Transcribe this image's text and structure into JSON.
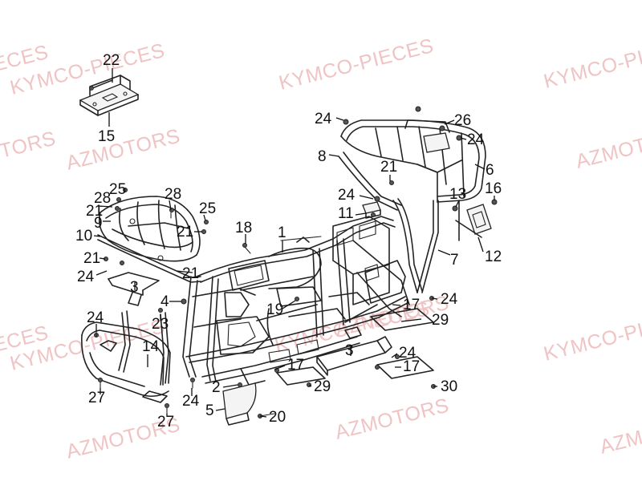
{
  "watermarks": [
    "KYMCO-PIECES",
    "KYMCO-PIECES",
    "KYMCO-PIECES",
    "KYMCO-PIECES",
    "AZMOTORS",
    "AZMOTORS",
    "AZMOTORS",
    "AZMOTORS",
    "KYMCO-PIECES",
    "KYMCO-PIECES",
    "KYMCO-PIECES",
    "KYMCO-PIECES",
    "AZMOTORS",
    "AZMOTORS",
    "AZMOTORS"
  ],
  "callouts": [
    "22",
    "15",
    "24",
    "26",
    "24",
    "8",
    "6",
    "21",
    "24",
    "13",
    "16",
    "11",
    "12",
    "7",
    "25",
    "28",
    "28",
    "21",
    "25",
    "9",
    "21",
    "10",
    "18",
    "1",
    "21",
    "21",
    "24",
    "3",
    "4",
    "19",
    "17",
    "24",
    "29",
    "24",
    "23",
    "14",
    "3",
    "24",
    "17",
    "17",
    "30",
    "29",
    "27",
    "2",
    "24",
    "5",
    "20",
    "27"
  ]
}
